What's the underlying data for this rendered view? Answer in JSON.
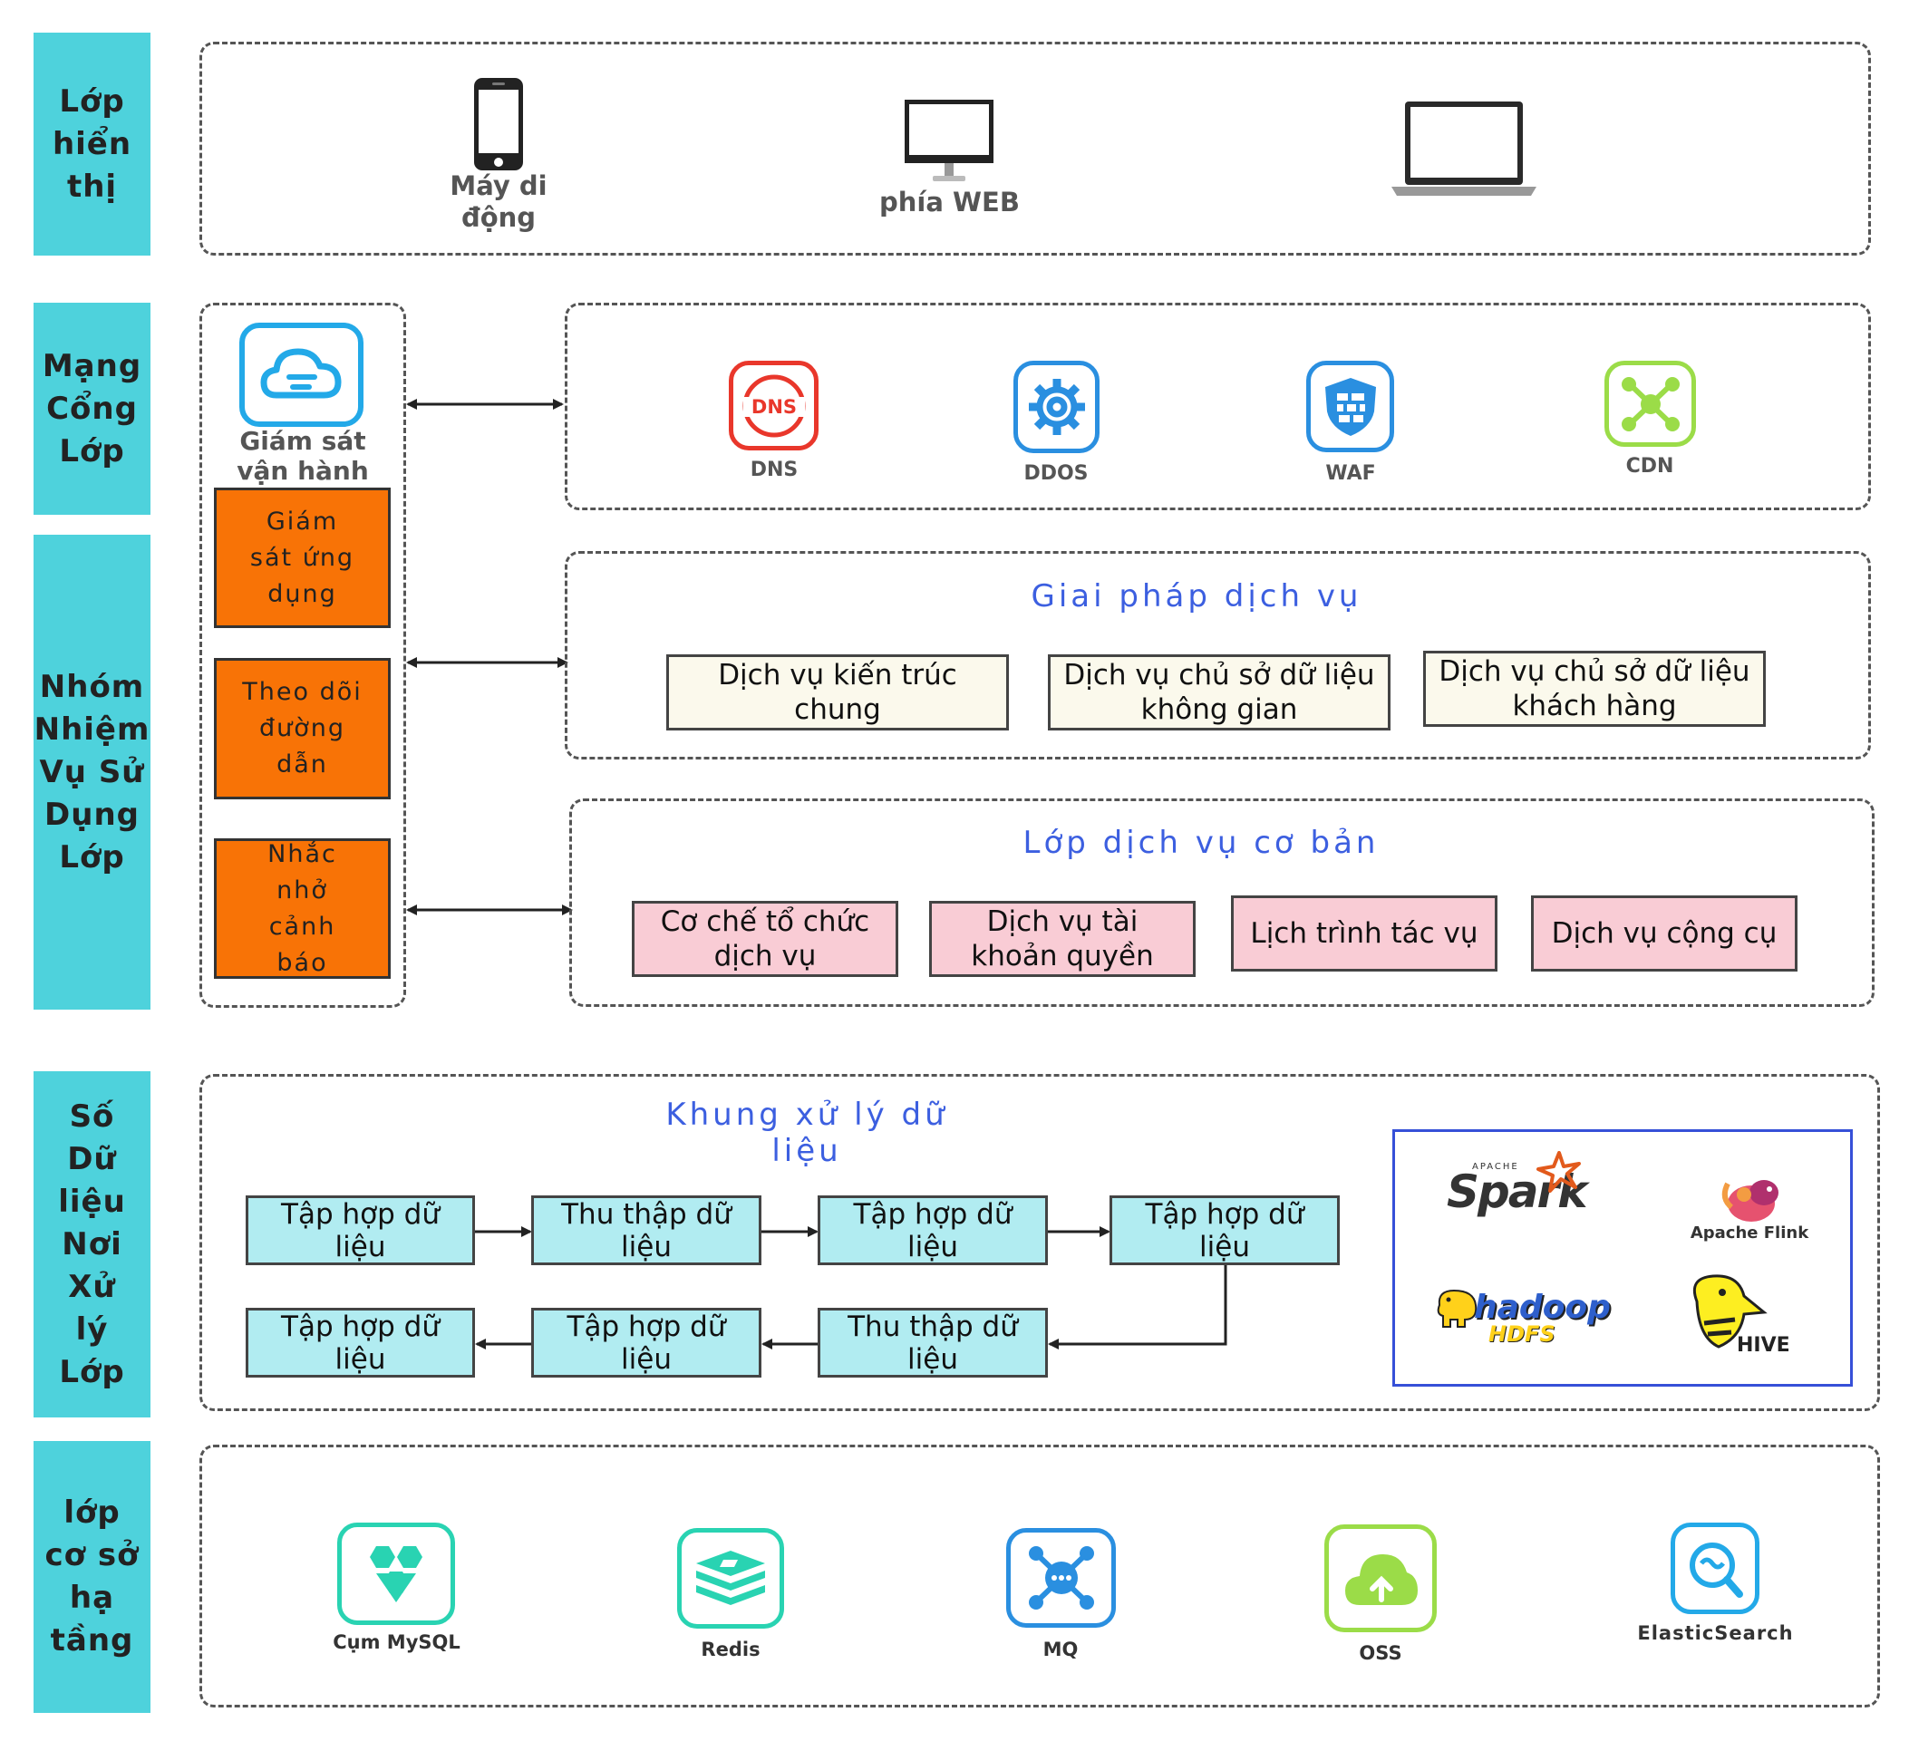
{
  "layers": {
    "display": "Lớp hiển thị",
    "gateway": "Mạng Cổng Lớp",
    "business": "Nhóm Nhiệm Vụ Sử Dụng Lớp",
    "data": "Số Dữ liệu Nơi Xử lý Lớp",
    "infra": "lớp cơ sở hạ tầng"
  },
  "devices": {
    "mobile": "Máy di động",
    "web": "phía WEB"
  },
  "monitor": {
    "label": "Giám sát vận hành",
    "boxes": [
      "Giám sát ứng dụng",
      "Theo dõi đường dẫn",
      "Nhắc nhở cảnh báo"
    ]
  },
  "gateway_items": [
    "DNS",
    "DDOS",
    "WAF",
    "CDN"
  ],
  "dns_text": "DNS",
  "solutions": {
    "title": "Giai pháp dịch vụ",
    "items": [
      "Dịch vụ kiến trúc chung",
      "Dịch vụ chủ sở dữ liệu không gian",
      "Dịch vụ chủ sở dữ liệu khách hàng"
    ]
  },
  "basic": {
    "title": "Lớp dịch vụ cơ bản",
    "items": [
      "Cơ chế tổ chức dịch vụ",
      "Dịch vụ tài khoản quyền",
      "Lịch trình tác vụ",
      "Dịch vụ cộng cụ"
    ]
  },
  "data_framework": {
    "title": "Khung xử lý dữ liệu",
    "row1": [
      "Tập hợp dữ liệu",
      "Thu thập dữ liệu",
      "Tập hợp dữ liệu",
      "Tập hợp dữ liệu"
    ],
    "row2": [
      "Tập hợp dữ liệu",
      "Tập hợp dữ liệu",
      "Thu thập dữ liệu"
    ]
  },
  "frameworks": {
    "spark_small": "APACHE",
    "spark": "Spark",
    "flink": "Apache Flink",
    "hadoop": "hadoop",
    "hdfs": "HDFS",
    "hive": "HIVE"
  },
  "infra_items": [
    "Cụm MySQL",
    "Redis",
    "MQ",
    "OSS",
    "ElasticSearch"
  ],
  "colors": {
    "layer": "#4ed2dc",
    "orange": "#f87306",
    "cream": "#fbf9ec",
    "pink": "#f9ccd5",
    "cyan": "#b1ecf1",
    "title_blue": "#3c5fe0"
  }
}
